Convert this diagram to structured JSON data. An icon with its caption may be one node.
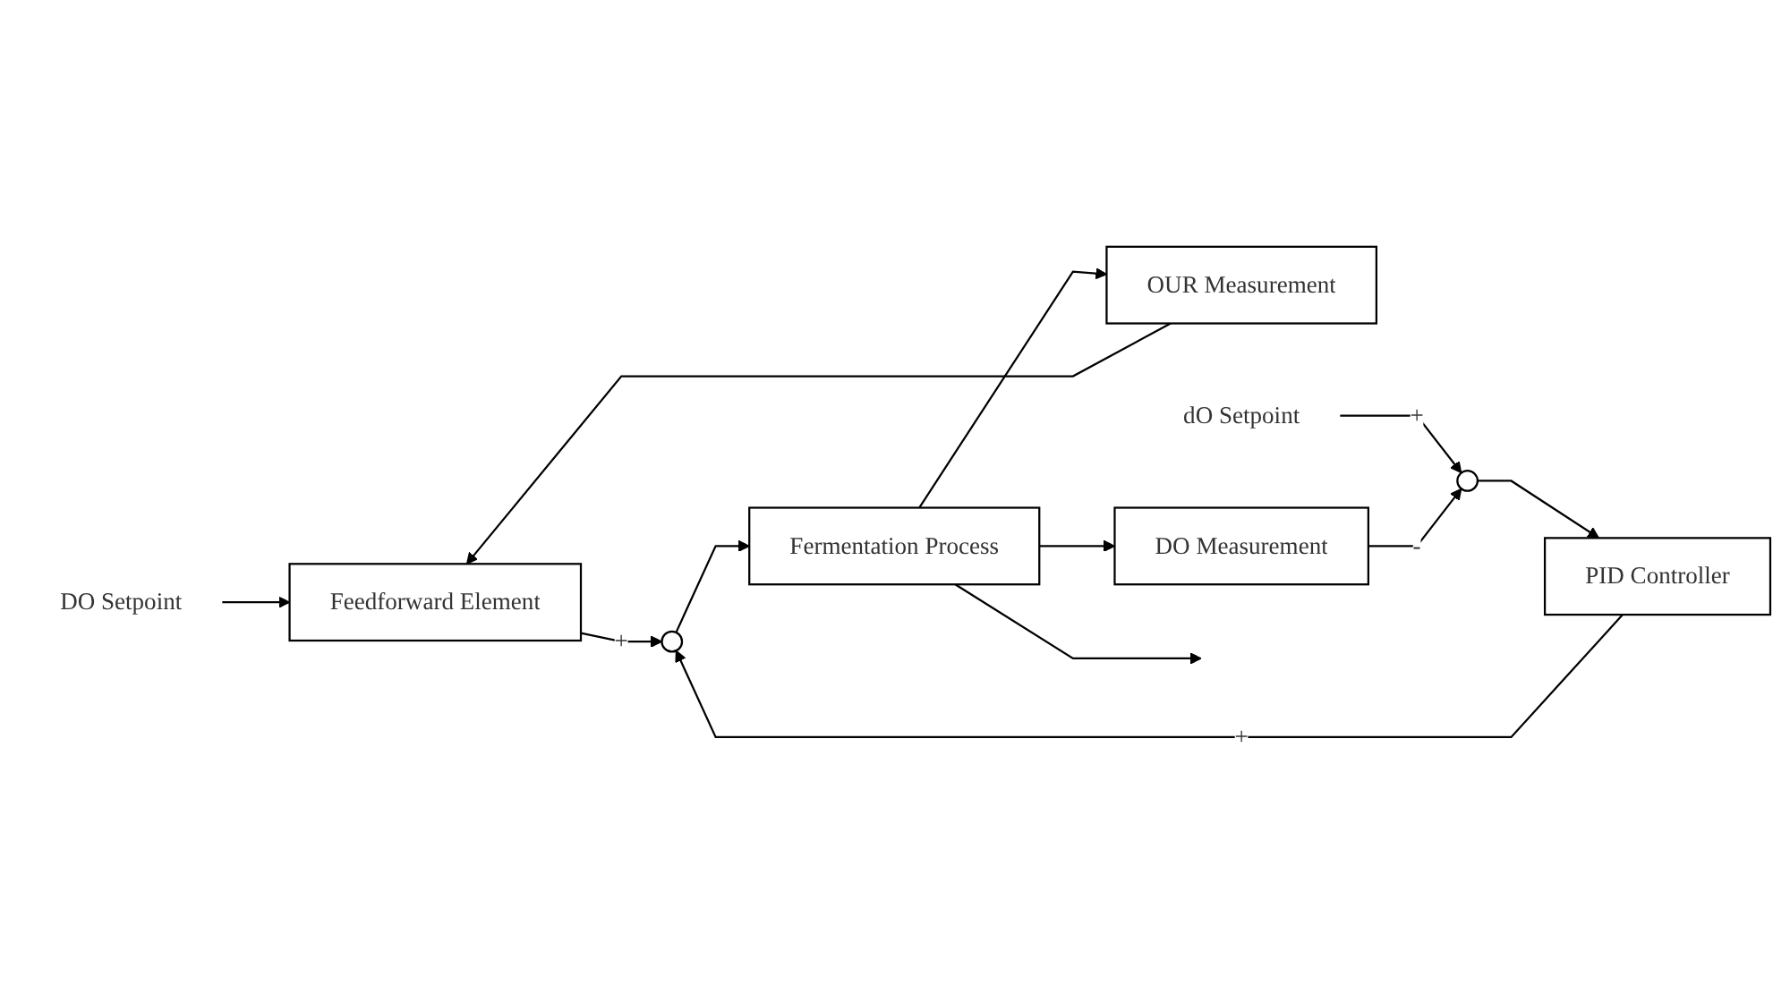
{
  "diagram": {
    "nodes": [
      {
        "text": [
          "DO Setpoint"
        ]
      },
      {
        "text": [
          "Feedforward Element"
        ]
      },
      {
        "text": [
          "OUR Measurement"
        ]
      },
      {
        "text": [
          "dO Setpoint"
        ]
      },
      {
        "text": [],
        "shape": "circle"
      },
      {
        "text": [
          "PID Controller"
        ]
      },
      {
        "text": [],
        "shape": "circle"
      },
      {
        "text": [
          "Fermentation Process"
        ]
      },
      {
        "text": [
          "DO Measurement"
        ]
      }
    ],
    "edges": [
      {
        "from": 0,
        "to": 1,
        "arrow": "to"
      },
      {
        "from": 2,
        "to": 1,
        "arrow": "to"
      },
      {
        "from": 1,
        "to": 6,
        "arrow": "to",
        "label": "+"
      },
      {
        "from": 3,
        "to": 4,
        "arrow": "to",
        "label": "+"
      },
      {
        "from": 4,
        "to": 5,
        "arrow": "to"
      },
      {
        "from": 5,
        "to": 6,
        "arrow": "to",
        "label": "+"
      },
      {
        "from": 6,
        "to": 7,
        "arrow": "to"
      },
      {
        "from": 7,
        "to": 2,
        "arrow": "to"
      },
      {
        "from": 7,
        "to": null,
        "arrow": "to"
      },
      {
        "from": 7,
        "to": 8,
        "arrow": "to"
      },
      {
        "from": 8,
        "to": 4,
        "arrow": "to",
        "label": "-"
      }
    ]
  }
}
